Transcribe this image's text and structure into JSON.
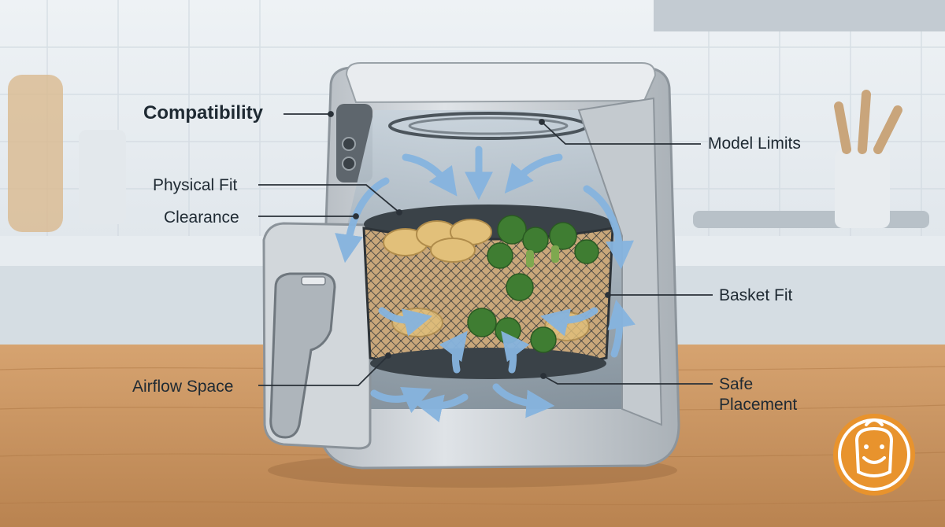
{
  "diagram": {
    "heading": "Compatibility",
    "labels": {
      "model_limits": "Model Limits",
      "physical_fit": "Physical Fit",
      "clearance": "Clearance",
      "basket_fit": "Basket Fit",
      "airflow_space": "Airflow Space",
      "safe_placement": "Safe Placement"
    },
    "icons": {
      "logo": "smiling-chef-badge-icon",
      "airflow": "curved-arrow-icon"
    },
    "colors": {
      "appliance_body": "#c9ced3",
      "appliance_shadow": "#9ea5ab",
      "airflow_arrow": "#86b4df",
      "counter_wood": "#c9955f",
      "leader_line": "#2a3138",
      "logo_orange": "#e8932d",
      "basket_mesh": "#2d3338"
    }
  }
}
